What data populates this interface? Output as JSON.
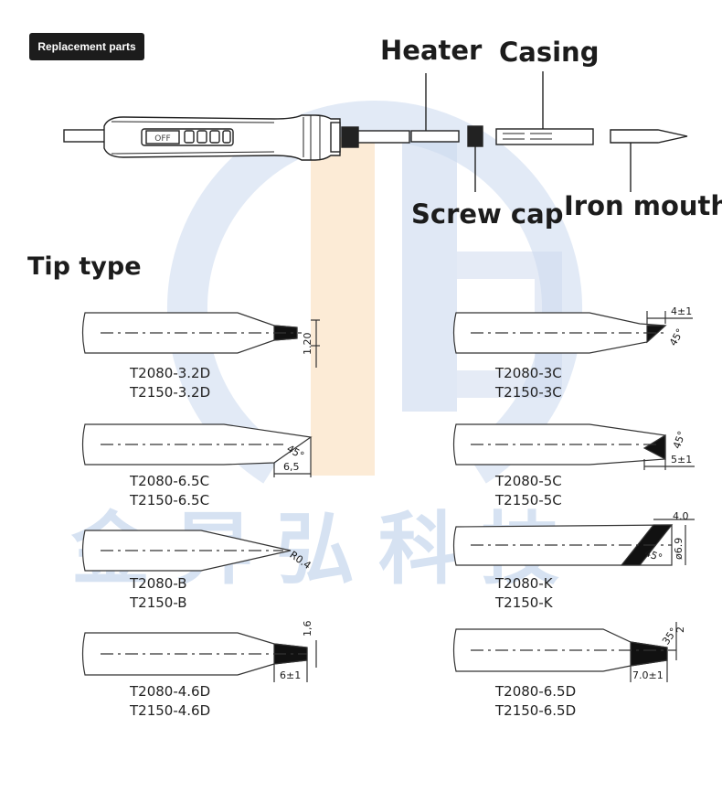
{
  "badge": "Replacement parts",
  "labels": {
    "heater": "Heater",
    "casing": "Casing",
    "screw_cap": "Screw cap",
    "iron_mouth": "Iron mouth"
  },
  "display_text": "OFF",
  "section_title": "Tip type",
  "watermark": "金昇弘科技",
  "tips": [
    {
      "line1": "T2080-3.2D",
      "line2": "T2150-3.2D",
      "dims": [
        "1.20"
      ]
    },
    {
      "line1": "T2080-3C",
      "line2": "T2150-3C",
      "dims": [
        "4±1",
        "45°"
      ]
    },
    {
      "line1": "T2080-6.5C",
      "line2": "T2150-6.5C",
      "dims": [
        "45°",
        "6,5"
      ]
    },
    {
      "line1": "T2080-5C",
      "line2": "T2150-5C",
      "dims": [
        "45°",
        "5±1"
      ]
    },
    {
      "line1": "T2080-B",
      "line2": "T2150-B",
      "dims": [
        "R0.4"
      ]
    },
    {
      "line1": "T2080-K",
      "line2": "T2150-K",
      "dims": [
        "4.0",
        "ø6.9",
        "45°"
      ]
    },
    {
      "line1": "T2080-4.6D",
      "line2": "T2150-4.6D",
      "dims": [
        "1,6",
        "6±1"
      ]
    },
    {
      "line1": "T2080-6.5D",
      "line2": "T2150-6.5D",
      "dims": [
        "35°",
        "2",
        "7.0±1"
      ]
    }
  ]
}
